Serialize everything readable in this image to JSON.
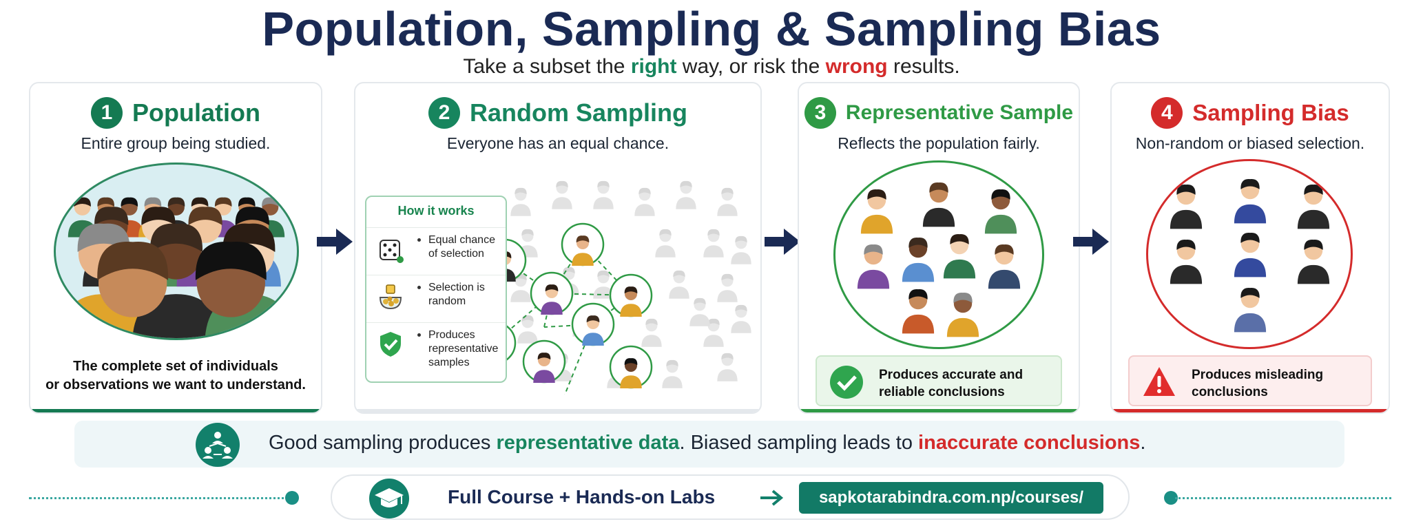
{
  "header": {
    "title": "Population, Sampling & Sampling Bias",
    "subtitle_before": "Take a subset the ",
    "subtitle_right": "right",
    "subtitle_middle": " way, or risk the ",
    "subtitle_wrong": "wrong",
    "subtitle_after": " results."
  },
  "cards": [
    {
      "number": "1",
      "title": "Population",
      "description": "Entire group being studied.",
      "caption_line1": "The complete set of individuals",
      "caption_line2": "or observations we want to understand.",
      "color": "#147a52"
    },
    {
      "number": "2",
      "title": "Random Sampling",
      "description": "Everyone has an equal chance.",
      "how_it_works": {
        "title": "How it works",
        "items": [
          {
            "icon": "dice-icon",
            "text": "Equal chance of selection"
          },
          {
            "icon": "lottery-jar-icon",
            "text": "Selection is random"
          },
          {
            "icon": "shield-check-icon",
            "text": "Produces representative samples"
          }
        ]
      },
      "color": "#17855e"
    },
    {
      "number": "3",
      "title": "Representative Sample",
      "description": "Reflects the population fairly.",
      "result": "Produces accurate and reliable conclusions",
      "result_icon": "checkmark-icon",
      "color": "#2f9a45"
    },
    {
      "number": "4",
      "title": "Sampling Bias",
      "description": "Non-random or biased selection.",
      "result": "Produces misleading conclusions",
      "result_icon": "warning-icon",
      "color": "#d42b2b"
    }
  ],
  "banner": {
    "icon": "network-people-icon",
    "text_before": "Good sampling produces ",
    "text_good": "representative data",
    "text_middle": ". Biased sampling leads to ",
    "text_bad": "inaccurate conclusions",
    "text_after": "."
  },
  "course": {
    "icon": "graduation-cap-icon",
    "label": "Full Course + Hands-on Labs",
    "link": "sapkotarabindra.com.np/courses/"
  },
  "colors": {
    "navy": "#1a2a54",
    "green": "#17855e",
    "red": "#d42b2b",
    "teal": "#12806b"
  }
}
